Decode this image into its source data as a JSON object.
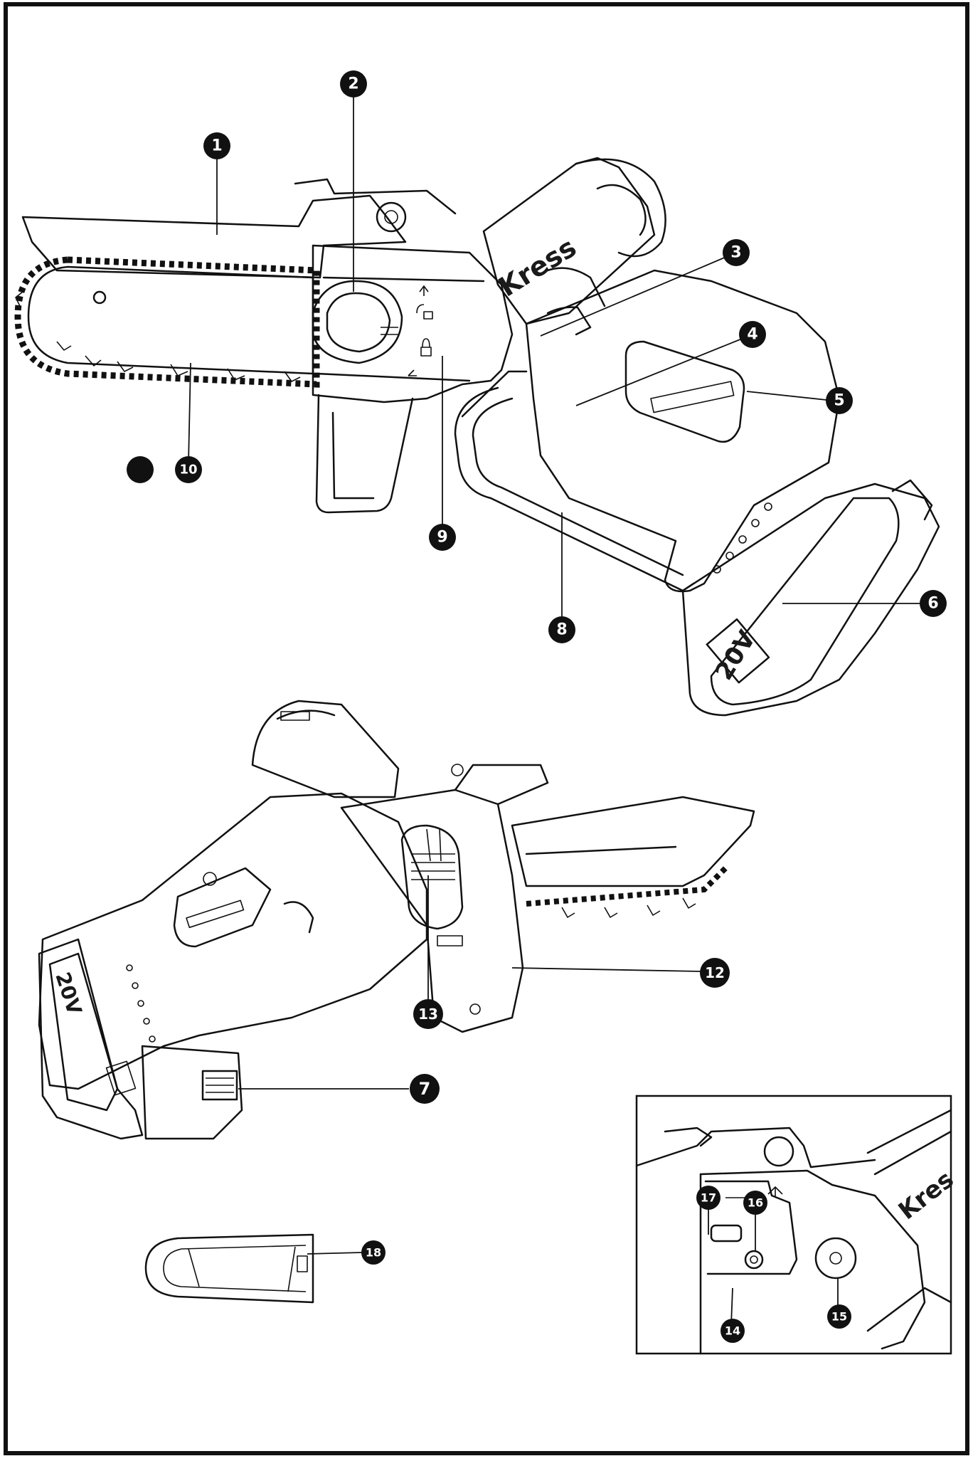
{
  "diagram": {
    "callouts": [
      {
        "id": "c1",
        "num": "1"
      },
      {
        "id": "c2",
        "num": "2"
      },
      {
        "id": "c3",
        "num": "3"
      },
      {
        "id": "c4",
        "num": "4"
      },
      {
        "id": "c5",
        "num": "5"
      },
      {
        "id": "c6",
        "num": "6"
      },
      {
        "id": "c7",
        "num": "7"
      },
      {
        "id": "c8",
        "num": "8"
      },
      {
        "id": "c9",
        "num": "9"
      },
      {
        "id": "c10",
        "num": "10"
      },
      {
        "id": "c11",
        "num": ""
      },
      {
        "id": "c12",
        "num": "12"
      },
      {
        "id": "c13",
        "num": "13"
      },
      {
        "id": "c14",
        "num": "14"
      },
      {
        "id": "c15",
        "num": "15"
      },
      {
        "id": "c16",
        "num": "16"
      },
      {
        "id": "c17",
        "num": "17"
      },
      {
        "id": "c18",
        "num": "18"
      }
    ],
    "labels": {
      "brand_top": "Kress",
      "voltage_top": "20V",
      "voltage_bottom": "20V",
      "brand_inset": "Kres"
    },
    "colors": {
      "line": "#111111",
      "callout_fill": "#111111",
      "background": "#ffffff"
    }
  }
}
